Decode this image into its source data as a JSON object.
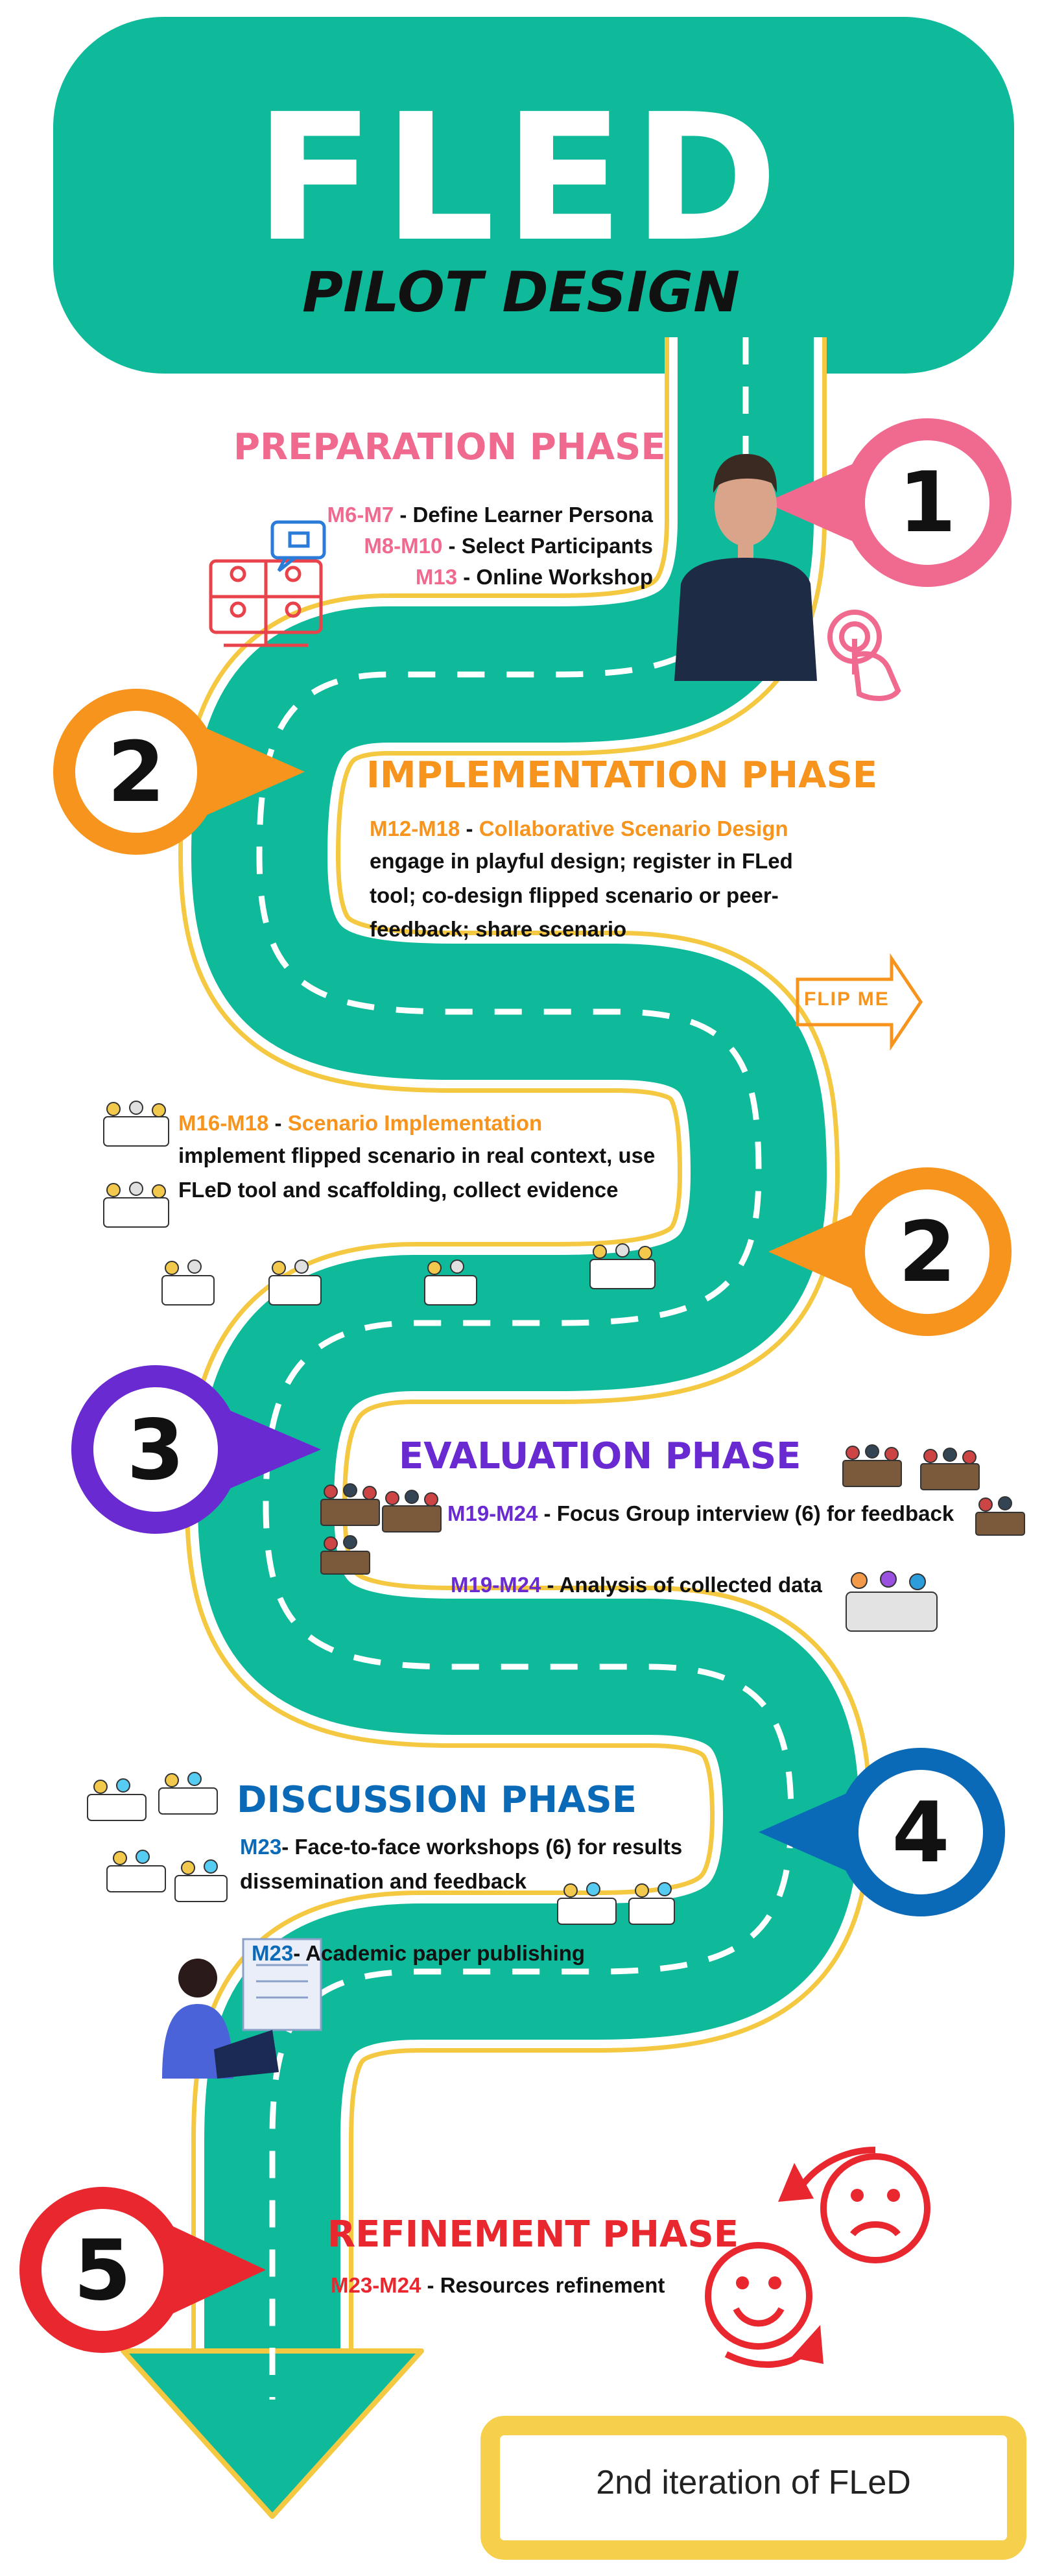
{
  "header": {
    "title": "FLED",
    "subtitle": "PILOT DESIGN"
  },
  "phases": {
    "preparation": {
      "number": "1",
      "title": "PREPARATION PHASE",
      "items": [
        {
          "code": "M6-M7",
          "sep": " - ",
          "text": "Define Learner Persona"
        },
        {
          "code": "M8-M10",
          "sep": " - ",
          "text": "Select Participants"
        },
        {
          "code": "M13",
          "sep": " - ",
          "text": "Online Workshop"
        }
      ]
    },
    "implementation": {
      "number": "2",
      "title": "IMPLEMENTATION PHASE",
      "item1": {
        "code": "M12-M18",
        "sep": " - ",
        "text": "Collaborative Scenario Design",
        "description": "engage in playful design; register in FLed tool; co-design flipped scenario or peer-feedback; share scenario"
      },
      "flip_label": "FLIP ME",
      "item2": {
        "code": "M16-M18",
        "sep": " - ",
        "text": "Scenario Implementation",
        "description": "implement flipped scenario in real context, use FLeD tool and scaffolding, collect evidence"
      },
      "number2": "2"
    },
    "evaluation": {
      "number": "3",
      "title": "EVALUATION PHASE",
      "items": [
        {
          "code": "M19-M24",
          "sep": " - ",
          "text": "Focus Group interview (6) for feedback"
        },
        {
          "code": "M19-M24",
          "sep": " - ",
          "text": "Analysis of collected data"
        }
      ]
    },
    "discussion": {
      "number": "4",
      "title": "DISCUSSION PHASE",
      "item1": {
        "code": "M23",
        "sep": "- ",
        "text": "Face-to-face workshops (6)  for results dissemination and feedback"
      },
      "item2": {
        "code": "M23",
        "sep": "- ",
        "text": "Academic paper publishing"
      }
    },
    "refinement": {
      "number": "5",
      "title": "REFINEMENT PHASE",
      "items": [
        {
          "code": "M23-M24",
          "sep": " - ",
          "text": "Resources refinement"
        }
      ]
    }
  },
  "footer": {
    "label": "2nd iteration of FLeD"
  },
  "colors": {
    "road": "#0fba9b",
    "road_edge": "#f5c842",
    "preparation": "#f06a8f",
    "implementation": "#f7941d",
    "evaluation": "#6a2ad1",
    "discussion": "#0b6ab8",
    "refinement": "#e8282e",
    "footer_border": "#f6d04d"
  },
  "icons": [
    "video-conference-icon",
    "avatar-figure",
    "tap-hand-icon",
    "flip-arrow-icon",
    "people-group-icon",
    "student-laptop-figure",
    "paper-document-icon",
    "sad-face-icon",
    "happy-face-icon",
    "cycle-arrows-icon"
  ]
}
